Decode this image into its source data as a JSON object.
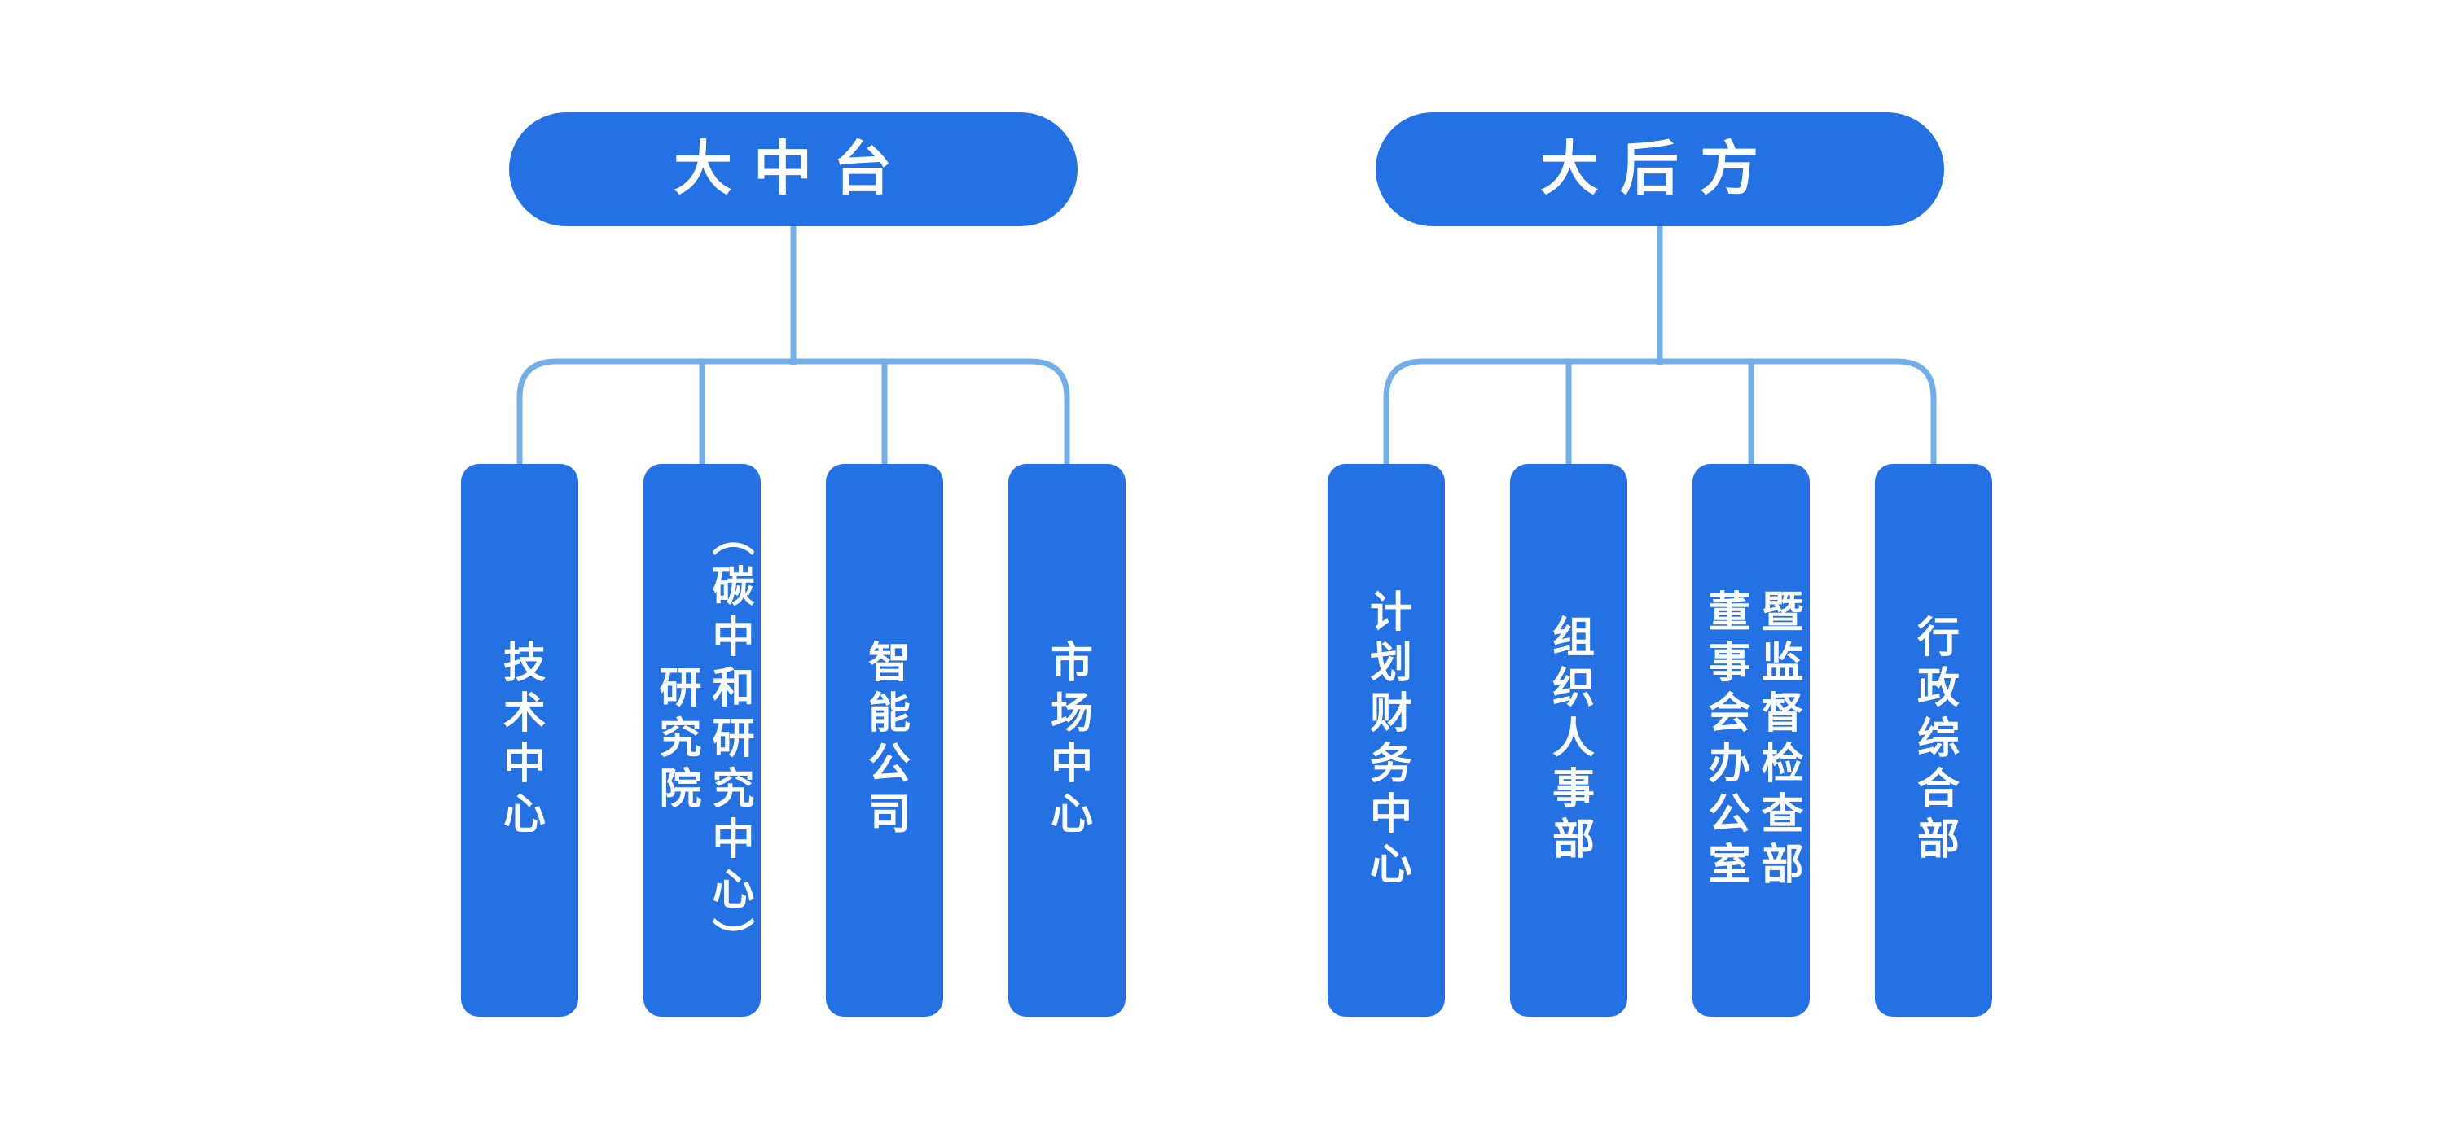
{
  "colors": {
    "node_fill": "#2471E3",
    "connector": "#72AFE9",
    "node_text": "#FFFFFF",
    "page_bg": "#FFFFFF"
  },
  "groups": [
    {
      "title": "大中台",
      "children": [
        {
          "label": "技术中心"
        },
        {
          "label": "研究院\n（碳中和研究中心）"
        },
        {
          "label": "智能公司"
        },
        {
          "label": "市场中心"
        }
      ]
    },
    {
      "title": "大后方",
      "children": [
        {
          "label": "计划财务中心"
        },
        {
          "label": "组织人事部"
        },
        {
          "label": "董事会办公室\n暨监督检查部"
        },
        {
          "label": "行政综合部"
        }
      ]
    }
  ]
}
